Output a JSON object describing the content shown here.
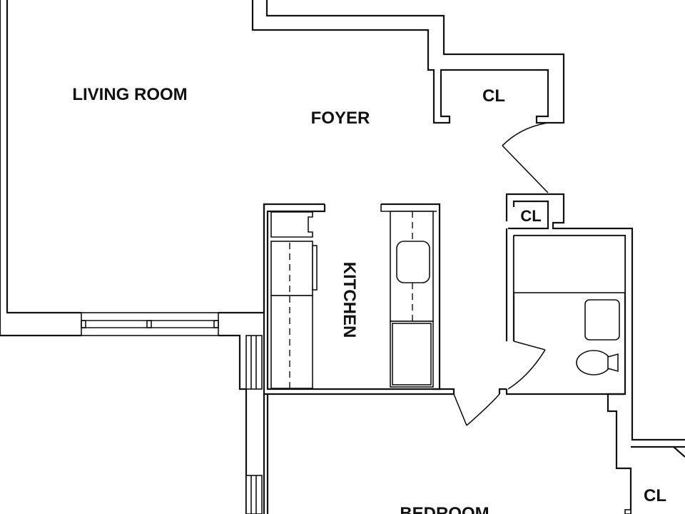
{
  "rooms": {
    "living_room": "LIVING ROOM",
    "foyer": "FOYER",
    "closet_foyer": "CL",
    "closet_hall": "CL",
    "kitchen": "KITCHEN",
    "bedroom": "BEDROOM",
    "closet_bedroom": "CL"
  },
  "colors": {
    "line": "#111111",
    "background": "#ffffff"
  }
}
